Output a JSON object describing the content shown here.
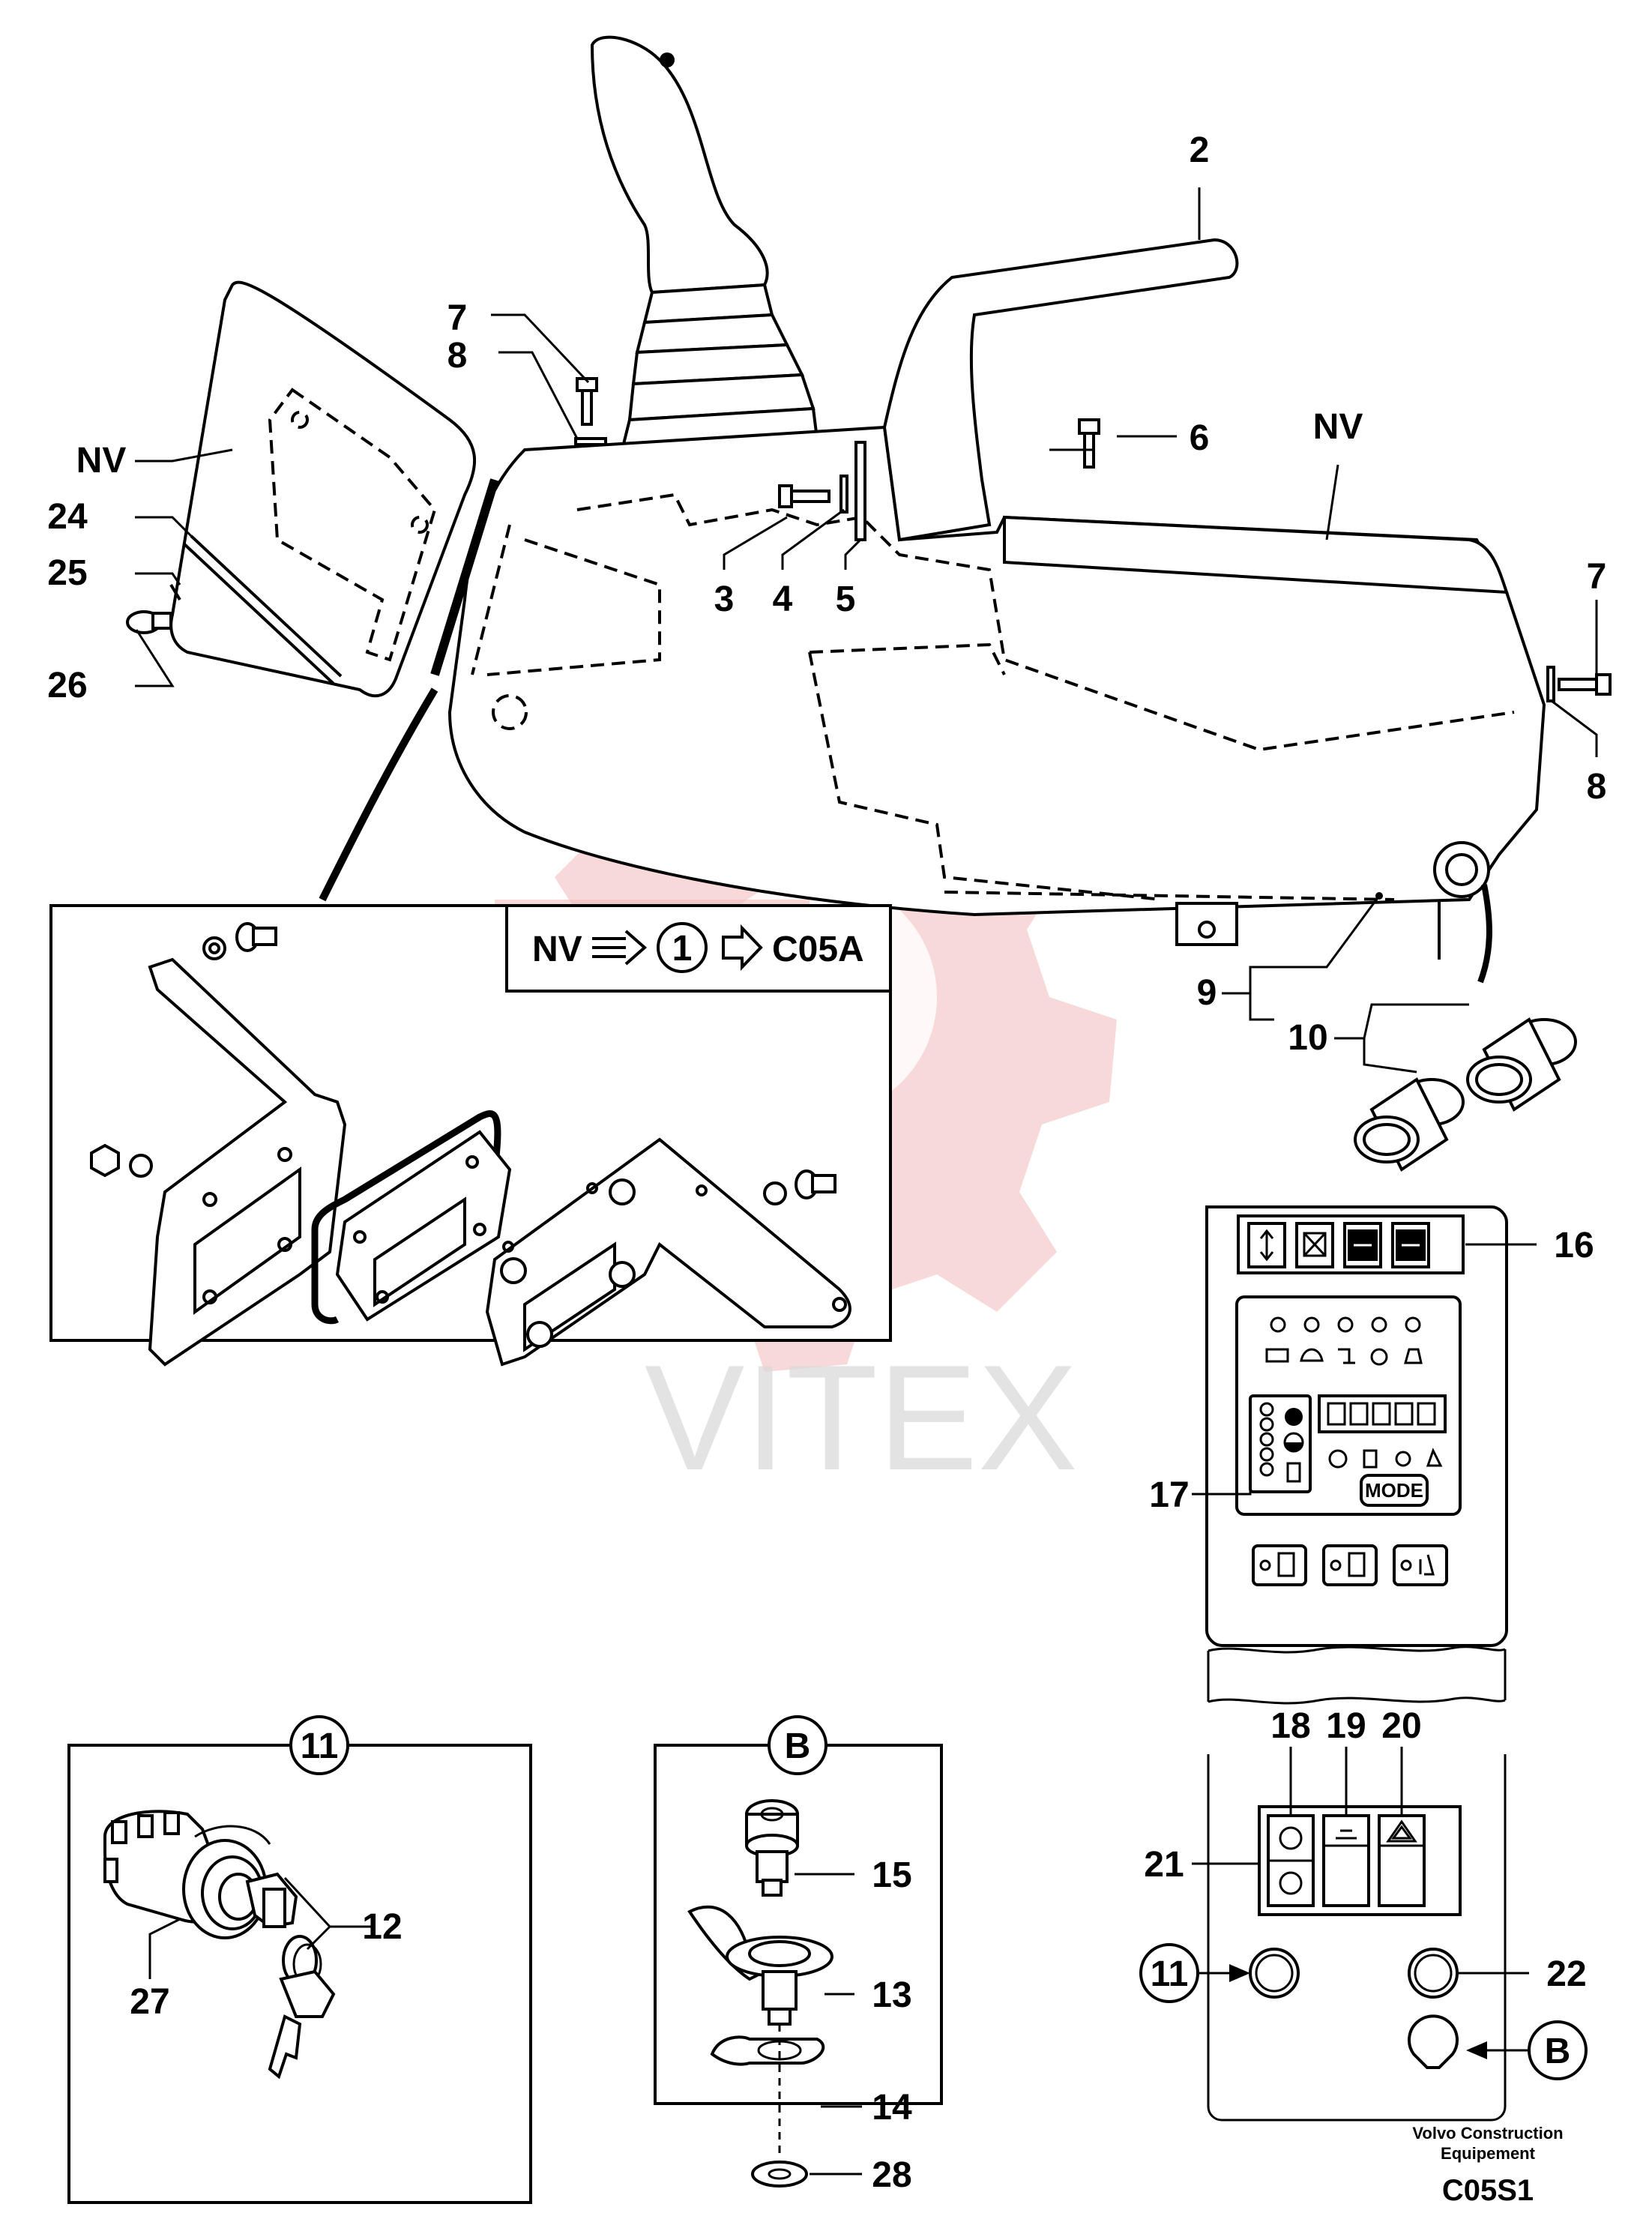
{
  "watermark": "VITEX",
  "labels": {
    "nv_left": "NV",
    "nv_right": "NV",
    "l2": "2",
    "l3": "3",
    "l4": "4",
    "l5": "5",
    "l6": "6",
    "l7a": "7",
    "l7b": "7",
    "l8a": "8",
    "l8b": "8",
    "l9": "9",
    "l10": "10",
    "l12": "12",
    "l13": "13",
    "l14": "14",
    "l15": "15",
    "l16": "16",
    "l17": "17",
    "l18": "18",
    "l19": "19",
    "l20": "20",
    "l21": "21",
    "l22": "22",
    "l24": "24",
    "l25": "25",
    "l26": "26",
    "l27": "27",
    "l28": "28"
  },
  "detail_box": {
    "nv": "NV",
    "circle_ref": "1",
    "ref_code": "C05A"
  },
  "callouts": {
    "eleven_box": "11",
    "b_box": "B",
    "eleven_panel": "11",
    "b_panel": "B"
  },
  "panel": {
    "mode_button": "MODE"
  },
  "footer": {
    "credit_line1": "Volvo Construction",
    "credit_line2": "Equipement",
    "diagram_code": "C05S1"
  }
}
